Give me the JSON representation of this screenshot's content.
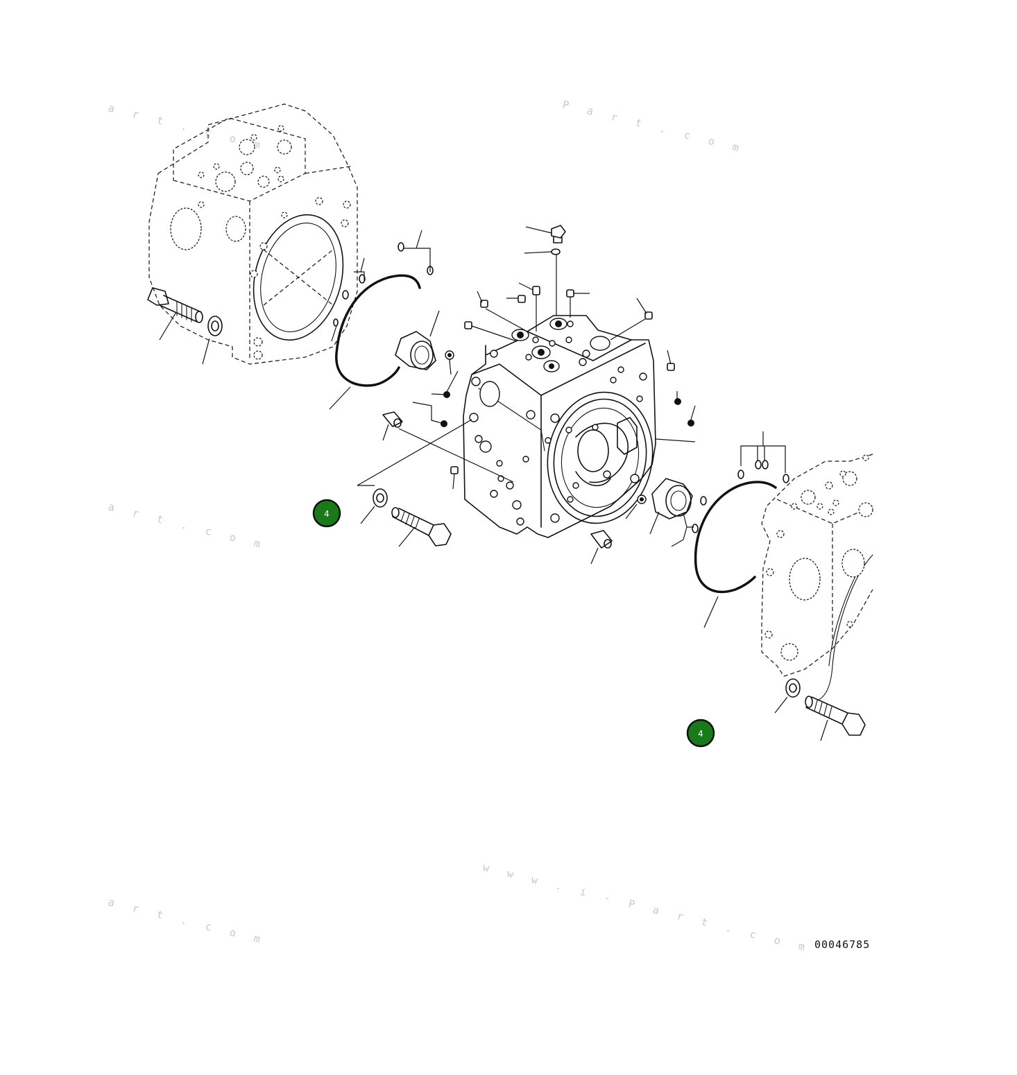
{
  "drawing": {
    "document_number": "00046785",
    "callouts": [
      {
        "label": "4",
        "color": "#1a7a1a"
      },
      {
        "label": "4",
        "color": "#1a7a1a"
      }
    ],
    "watermarks": [
      "a r t . c o m",
      "P a r t . c o m",
      "a r t . c o m",
      "w w w . i - P a r t . c o m",
      "a r t . c o m"
    ]
  }
}
